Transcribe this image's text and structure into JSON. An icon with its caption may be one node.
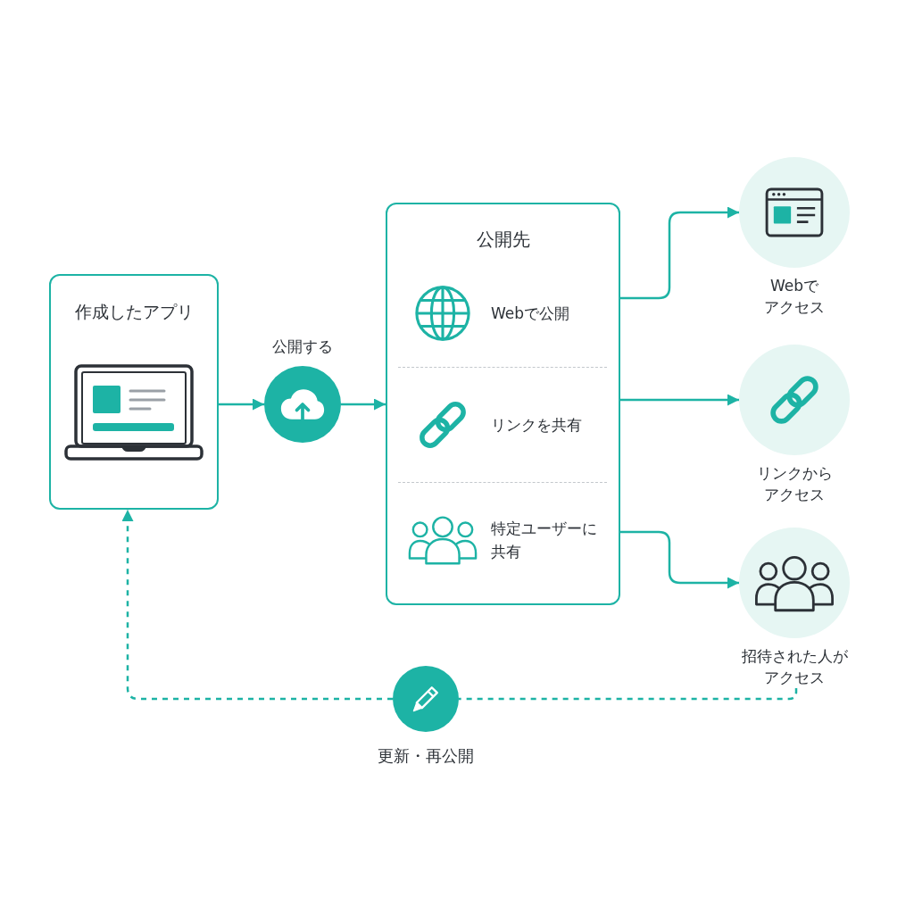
{
  "diagram": {
    "nodes": [
      {
        "text": [
          "作成したアプリ"
        ]
      },
      {
        "text": [
          "公開する"
        ]
      },
      {
        "text": [
          "公開先"
        ]
      },
      {
        "text": [
          "Webで公開"
        ],
        "in": 2
      },
      {
        "text": [
          "リンクを共有"
        ],
        "in": 2
      },
      {
        "text": [
          "特定ユーザーに共有"
        ],
        "in": 2
      },
      {
        "text": [
          "Webでアクセス"
        ]
      },
      {
        "text": [
          "リンクからアクセス"
        ]
      },
      {
        "text": [
          "招待された人がアクセス"
        ]
      },
      {
        "text": [],
        "shape": "circle",
        "beside": [
          "更新・再公開"
        ]
      }
    ],
    "edges": [
      {
        "from": 0,
        "to": 1,
        "arrow": "to"
      },
      {
        "from": 1,
        "to": 2,
        "arrow": "to"
      },
      {
        "from": 3,
        "to": 6,
        "arrow": "to"
      },
      {
        "from": 4,
        "to": 7,
        "arrow": "to"
      },
      {
        "from": 5,
        "to": 8,
        "arrow": "to"
      },
      {
        "from": 8,
        "to": 9,
        "arrow": "none",
        "style": "dashed"
      },
      {
        "from": 9,
        "to": 0,
        "arrow": "to",
        "style": "dashed"
      }
    ]
  }
}
